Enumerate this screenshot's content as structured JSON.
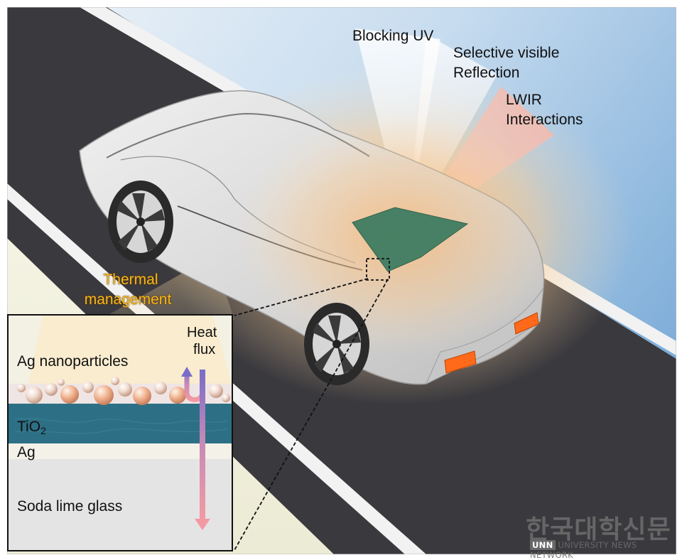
{
  "labels": {
    "blocking_uv": "Blocking UV",
    "selective_visible_line1": "Selective visible",
    "selective_visible_line2": "Reflection",
    "lwir_line1": "LWIR",
    "lwir_line2": "Interactions",
    "thermal_line1": "Thermal",
    "thermal_line2": "management",
    "heat_line1": "Heat",
    "heat_line2": "flux",
    "ag_nanoparticles": "Ag nanoparticles",
    "tio2_base": "TiO",
    "tio2_sub": "2",
    "ag": "Ag",
    "soda_lime_glass": "Soda lime glass"
  },
  "watermark": {
    "korean": "한국대학신문",
    "badge": "UNN",
    "english": "UNIVERSITY NEWS NETWORK"
  },
  "colors": {
    "sky": "#7faed9",
    "road": "#3a393d",
    "lane_stripe": "#f2f2f2",
    "car_body": "#d9d9d9",
    "glow": "#ffb060",
    "sunroof": "#3f7d62",
    "tail_light": "#ff6a1a",
    "tio2_layer": "#2d7085",
    "ag_layer": "#f3f1e8",
    "glass_layer": "#e4e4e4",
    "thermal_text": "#f7b51e",
    "heat_arrow": "#e8889a"
  }
}
